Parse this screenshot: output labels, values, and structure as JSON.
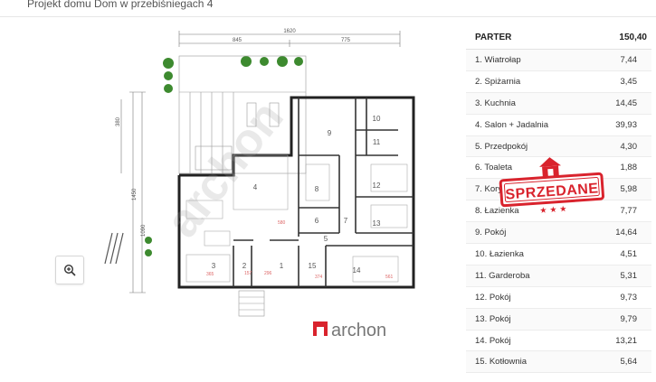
{
  "page": {
    "title": "Projekt domu Dom w przebiśniegach 4"
  },
  "plan": {
    "dimensions": {
      "total_width": "1620",
      "width_left": "845",
      "width_right": "775",
      "height_total": "1450",
      "height_inner": "1090",
      "height_top": "380"
    },
    "room_numbers": [
      "1",
      "2",
      "3",
      "4",
      "5",
      "6",
      "7",
      "8",
      "9",
      "10",
      "11",
      "12",
      "13",
      "14",
      "15"
    ],
    "watermark": "archon",
    "logo_text": "archon"
  },
  "zoom": {
    "icon": "zoom-in-icon"
  },
  "table": {
    "header_label": "PARTER",
    "header_area": "150,40",
    "rows": [
      {
        "label": "1. Wiatrołap",
        "area": "7,44"
      },
      {
        "label": "2. Spiżarnia",
        "area": "3,45"
      },
      {
        "label": "3. Kuchnia",
        "area": "14,45"
      },
      {
        "label": "4. Salon + Jadalnia",
        "area": "39,93"
      },
      {
        "label": "5. Przedpokój",
        "area": "4,30"
      },
      {
        "label": "6. Toaleta",
        "area": "1,88"
      },
      {
        "label": "7. Korytarz",
        "area": "5,98"
      },
      {
        "label": "8. Łazienka",
        "area": "7,77"
      },
      {
        "label": "9. Pokój",
        "area": "14,64"
      },
      {
        "label": "10. Łazienka",
        "area": "4,51"
      },
      {
        "label": "11. Garderoba",
        "area": "5,31"
      },
      {
        "label": "12. Pokój",
        "area": "9,73"
      },
      {
        "label": "13. Pokój",
        "area": "9,79"
      },
      {
        "label": "14. Pokój",
        "area": "13,21"
      },
      {
        "label": "15. Kotłownia",
        "area": "5,64"
      }
    ]
  },
  "stamp": {
    "text": "SPRZEDANE",
    "color": "#d9232d"
  }
}
